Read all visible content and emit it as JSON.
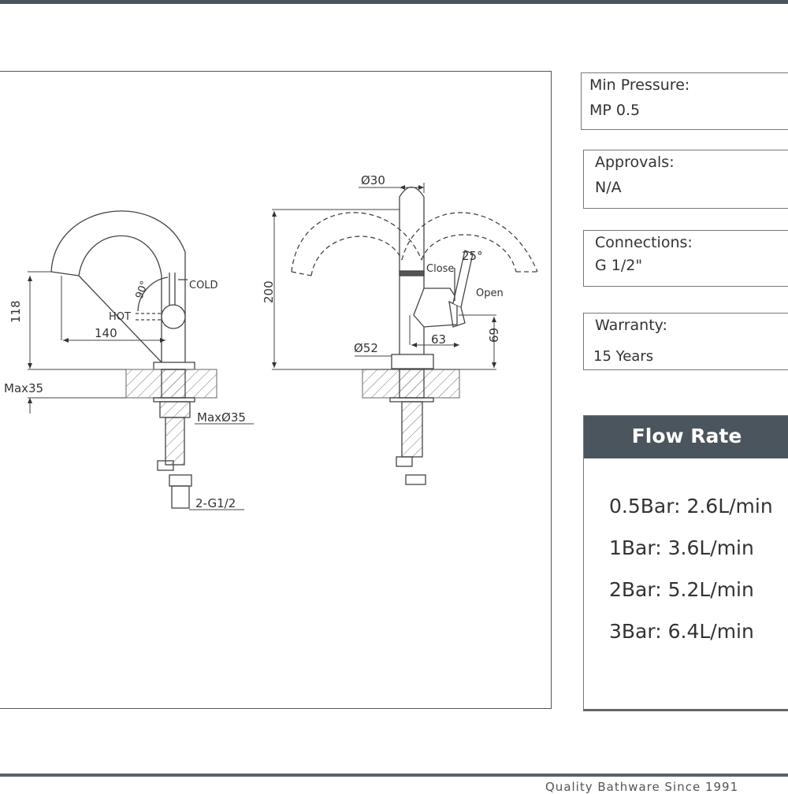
{
  "drawing": {
    "side_view": {
      "height_118": "118",
      "reach_140": "140",
      "rotation": "90°",
      "cold": "COLD",
      "hot": "HOT",
      "deck_max": "Max35",
      "hole_max": "MaxØ35",
      "connection": "2-G1/2"
    },
    "front_view": {
      "spout_dia": "Ø30",
      "height_200": "200",
      "close": "Close",
      "angle": "25°",
      "open": "Open",
      "base_dia": "Ø52",
      "handle_63": "63",
      "handle_69": "69"
    }
  },
  "specs": [
    {
      "label": "Min Pressure:",
      "value": "MP 0.5"
    },
    {
      "label": "Approvals:",
      "value": "N/A"
    },
    {
      "label": "Connections:",
      "value": "G 1/2\""
    },
    {
      "label": "Warranty:",
      "value": "15 Years"
    }
  ],
  "flow_rate": {
    "title": "Flow Rate",
    "rows": [
      "0.5Bar: 2.6L/min",
      "1Bar: 3.6L/min",
      "2Bar: 5.2L/min",
      "3Bar: 6.4L/min"
    ]
  },
  "footer": {
    "tagline": "Quality Bathware Since 1991"
  },
  "colors": {
    "header": "#4b555d",
    "border": "#777777"
  }
}
